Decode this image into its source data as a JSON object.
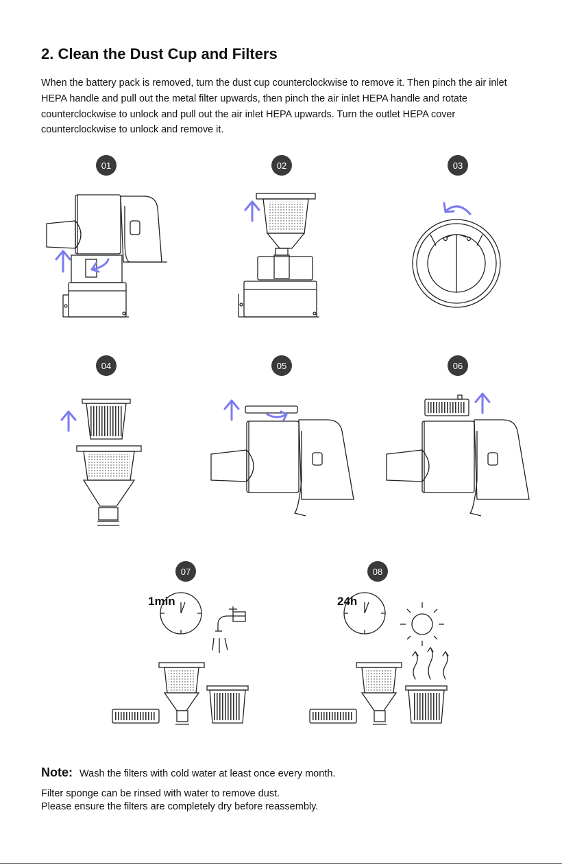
{
  "section": {
    "title": "2. Clean the Dust Cup and Filters",
    "intro": "When the battery pack is removed, turn the dust cup counterclockwise to remove it. Then pinch the air inlet HEPA handle and pull out the metal filter upwards, then pinch the air inlet HEPA handle and rotate counterclockwise to unlock and pull out the air inlet HEPA upwards. Turn the outlet HEPA cover counterclockwise to unlock and remove it."
  },
  "steps": [
    "01",
    "02",
    "03",
    "04",
    "05",
    "06",
    "07",
    "08"
  ],
  "durations": {
    "wash": "1min",
    "dry": "24h"
  },
  "note": {
    "label": "Note:",
    "line1": "Wash the filters with cold water at least once every month.",
    "line2": "Filter sponge can be rinsed with water to remove dust.",
    "line3": "Please ensure the filters are completely dry before reassembly."
  },
  "colors": {
    "arrow": "#7b7bf0",
    "badge": "#3a3a3a",
    "line": "#222222"
  }
}
